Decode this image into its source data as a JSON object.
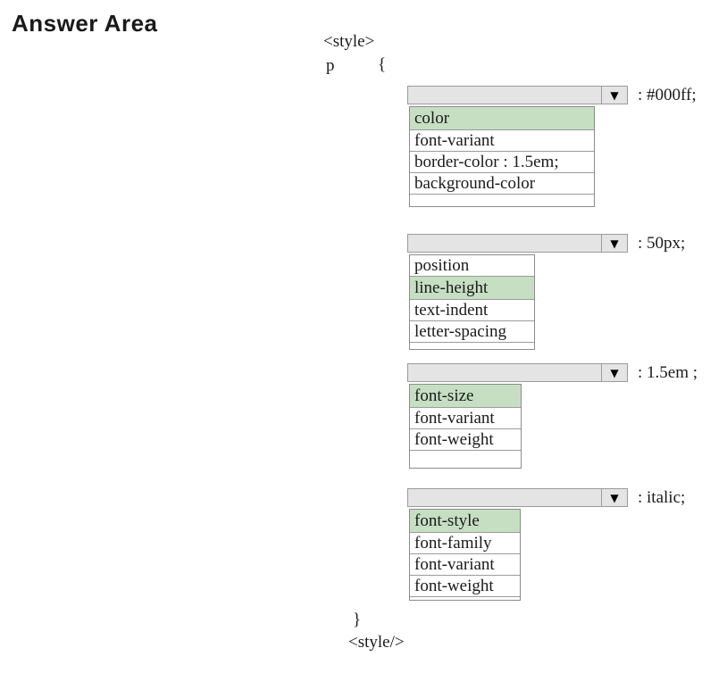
{
  "title": "Answer Area",
  "code": {
    "style_open": "<style>",
    "selector": "p",
    "brace_open": "{",
    "brace_close": "}",
    "style_close": "<style/>"
  },
  "icons": {
    "dropdown_arrow": "▼"
  },
  "colors": {
    "selected_option_bg": "#c6dfc3",
    "dropdown_bar_bg": "#e4e4e4",
    "border": "#9b9b9b"
  },
  "dropdowns": [
    {
      "value_suffix": ": #000ff;",
      "selected_option": "color",
      "options": [
        {
          "label": "color"
        },
        {
          "label": "font-variant"
        },
        {
          "label": "border-color : 1.5em;"
        },
        {
          "label": "background-color"
        }
      ]
    },
    {
      "value_suffix": ": 50px;",
      "selected_option": "line-height",
      "options": [
        {
          "label": "position"
        },
        {
          "label": "line-height"
        },
        {
          "label": "text-indent"
        },
        {
          "label": "letter-spacing"
        }
      ]
    },
    {
      "value_suffix": ": 1.5em ;",
      "selected_option": "font-size",
      "options": [
        {
          "label": "font-size"
        },
        {
          "label": "font-variant"
        },
        {
          "label": "font-weight"
        }
      ]
    },
    {
      "value_suffix": ": italic;",
      "selected_option": "font-style",
      "options": [
        {
          "label": "font-style"
        },
        {
          "label": "font-family"
        },
        {
          "label": "font-variant"
        },
        {
          "label": "font-weight"
        }
      ]
    }
  ]
}
